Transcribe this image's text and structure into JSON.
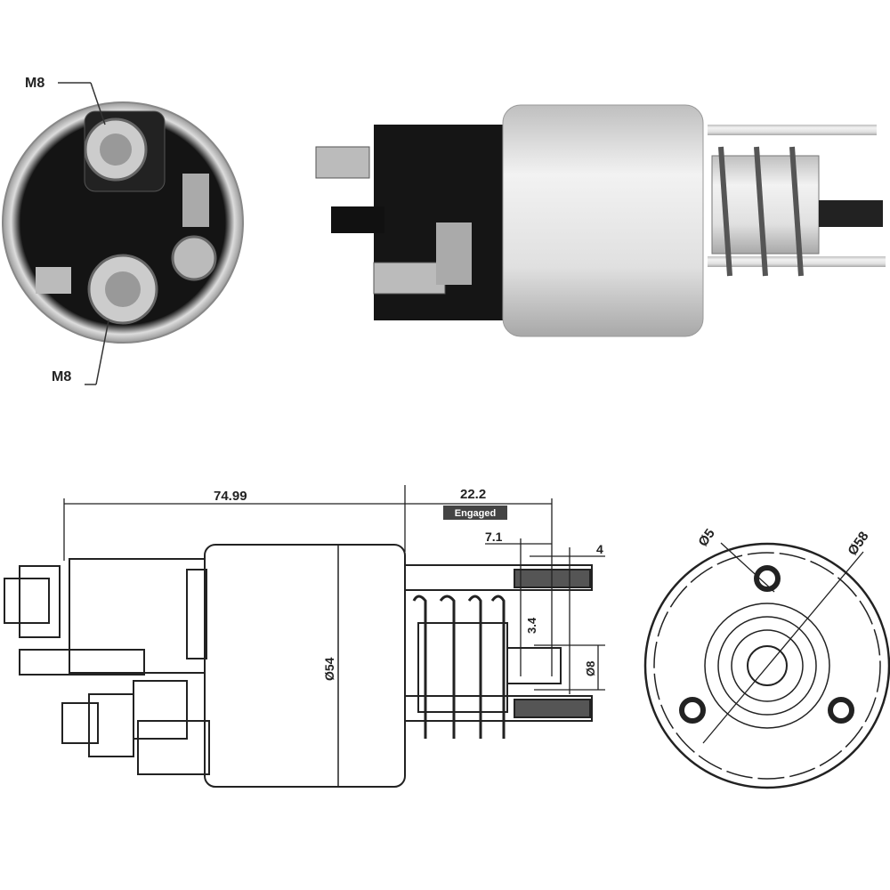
{
  "photo": {
    "terminal_top_label": "M8",
    "terminal_bottom_label": "M8"
  },
  "drawing": {
    "overall_length": "74.99",
    "stroke_length": "22.2",
    "stroke_note": "Engaged",
    "dim_7_1": "7.1",
    "dim_4": "4",
    "dim_3_4": "3.4",
    "dim_small_dia": "Ø8",
    "body_diameter": "Ø54",
    "hole_diameter": "Ø5",
    "bolt_circle": "Ø58"
  }
}
